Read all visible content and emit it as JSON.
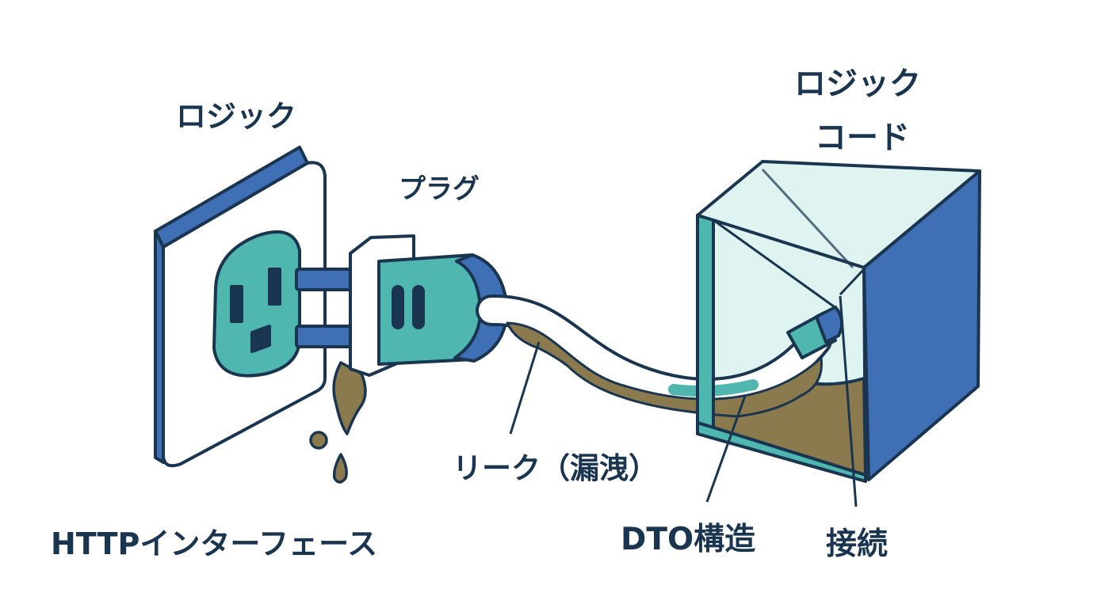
{
  "labels": {
    "socket": "ロジック",
    "plug": "プラグ",
    "box_line1": "ロジック",
    "box_line2": "コード",
    "leak": "リーク（漏洩）",
    "http_interface": "HTTPインターフェース",
    "dto": "DTO構造",
    "connection": "接続"
  },
  "colors": {
    "outline": "#1a3550",
    "blue": "#3f6fb5",
    "teal": "#4fb6b0",
    "light_teal": "#dff3f1",
    "leak_brown": "#8a7a4e",
    "white": "#ffffff"
  }
}
